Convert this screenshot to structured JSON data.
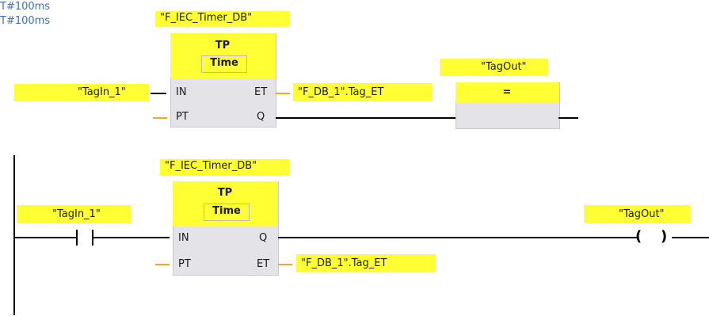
{
  "network1": {
    "instance_label": "\"F_IEC_Timer_DB\"",
    "block_type": "TP",
    "block_subtype": "Time",
    "pin_in": "IN",
    "pin_pt": "PT",
    "pin_et": "ET",
    "pin_q": "Q",
    "in_tag": "\"TagIn_1\"",
    "pt_value": "T#100ms",
    "et_tag": "\"F_DB_1\".Tag_ET",
    "out_tag": "\"TagOut\"",
    "assign_symbol": "="
  },
  "network2": {
    "instance_label": "\"F_IEC_Timer_DB\"",
    "block_type": "TP",
    "block_subtype": "Time",
    "pin_in": "IN",
    "pin_pt": "PT",
    "pin_q": "Q",
    "pin_et": "ET",
    "contact_tag": "\"TagIn_1\"",
    "pt_value": "T#100ms",
    "et_tag": "\"F_DB_1\".Tag_ET",
    "coil_tag": "\"TagOut\""
  },
  "colors": {
    "highlight": "#ffff33",
    "wire": "#000000",
    "param_wire": "#f5a623",
    "constant_text": "#3c6fc4",
    "block_body": "#e3e3e8"
  }
}
